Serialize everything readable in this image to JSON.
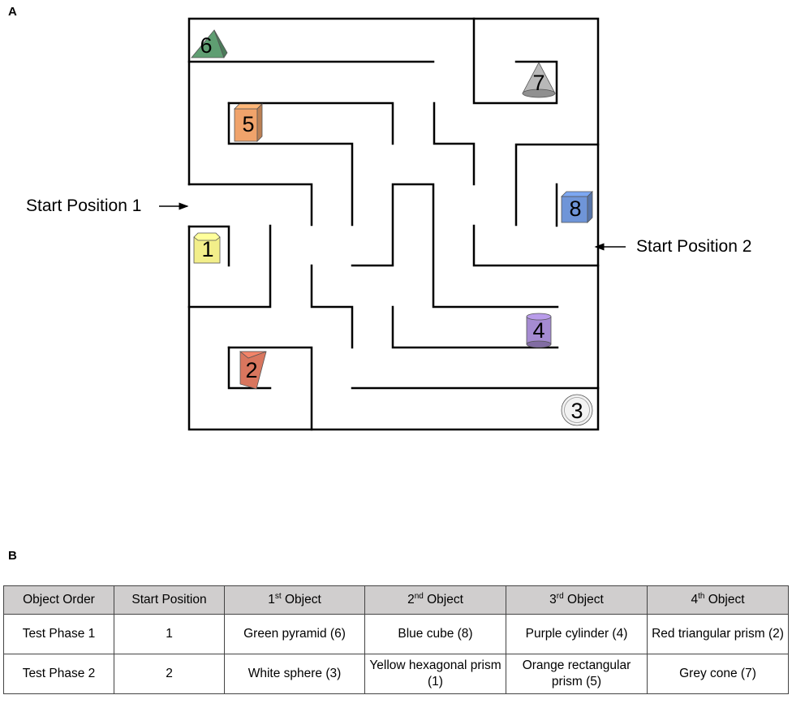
{
  "panels": {
    "a": "A",
    "b": "B"
  },
  "start_positions": {
    "one": "Start Position 1",
    "two": "Start Position 2"
  },
  "objects": [
    {
      "number": "6",
      "name": "Green pyramid",
      "color": "#5f9e72"
    },
    {
      "number": "7",
      "name": "Grey cone",
      "color": "#b8b8b8"
    },
    {
      "number": "5",
      "name": "Orange rectangular prism",
      "color": "#f0a36b"
    },
    {
      "number": "8",
      "name": "Blue cube",
      "color": "#6f95d8"
    },
    {
      "number": "1",
      "name": "Yellow hexagonal prism",
      "color": "#f2ee8a"
    },
    {
      "number": "4",
      "name": "Purple cylinder",
      "color": "#a58bd1"
    },
    {
      "number": "2",
      "name": "Red triangular prism",
      "color": "#d9765e"
    },
    {
      "number": "3",
      "name": "White sphere",
      "color": "#f2f2f2"
    }
  ],
  "table": {
    "headers": [
      {
        "main": "Object Order",
        "sup": "",
        "tail": ""
      },
      {
        "main": "Start Position",
        "sup": "",
        "tail": ""
      },
      {
        "main": "1",
        "sup": "st",
        "tail": " Object"
      },
      {
        "main": "2",
        "sup": "nd",
        "tail": " Object"
      },
      {
        "main": "3",
        "sup": "rd",
        "tail": " Object"
      },
      {
        "main": "4",
        "sup": "th",
        "tail": " Object"
      }
    ],
    "rows": [
      [
        "Test Phase 1",
        "1",
        "Green pyramid (6)",
        "Blue cube (8)",
        "Purple cylinder (4)",
        "Red triangular prism (2)"
      ],
      [
        "Test Phase 2",
        "2",
        "White sphere (3)",
        "Yellow hexagonal prism (1)",
        "Orange rectangular prism (5)",
        "Grey cone (7)"
      ]
    ]
  }
}
